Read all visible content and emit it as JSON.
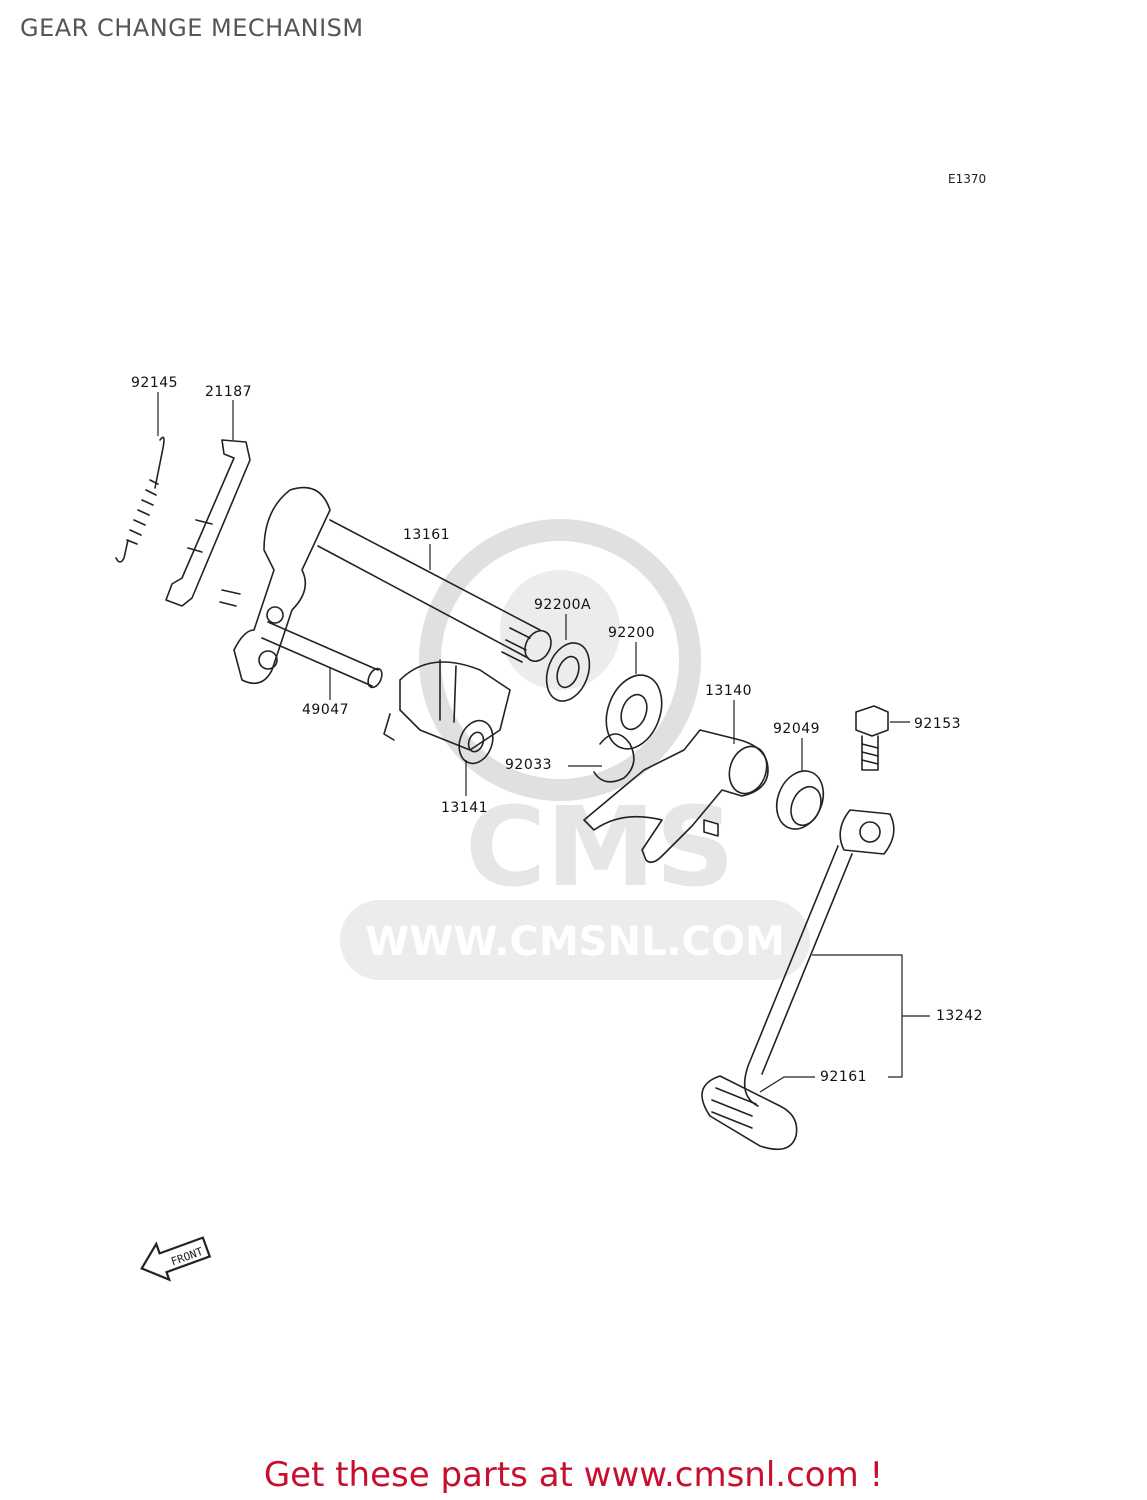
{
  "header": {
    "title": "GEAR CHANGE MECHANISM",
    "diagram_code": "E1370"
  },
  "watermark": {
    "brand": "CMS",
    "url": "WWW.CMSNL.COM"
  },
  "front_arrow_label": "FRONT",
  "parts": [
    {
      "number": "92145"
    },
    {
      "number": "21187"
    },
    {
      "number": "13161"
    },
    {
      "number": "92200A"
    },
    {
      "number": "92200"
    },
    {
      "number": "49047"
    },
    {
      "number": "13140"
    },
    {
      "number": "92049"
    },
    {
      "number": "92153"
    },
    {
      "number": "92033"
    },
    {
      "number": "13141"
    },
    {
      "number": "13242"
    },
    {
      "number": "92161"
    }
  ],
  "footer": {
    "text": "Get these parts at www.cmsnl.com !"
  },
  "colors": {
    "footer": "#c8102e",
    "title": "#555555",
    "linework": "#222222",
    "watermark": "#e6e6e6"
  }
}
